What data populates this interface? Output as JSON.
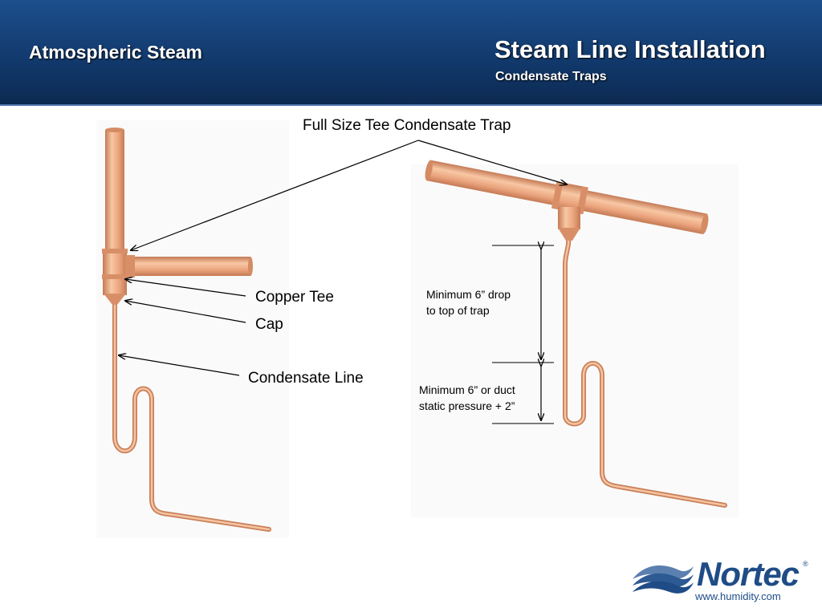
{
  "header": {
    "left_title": "Atmospheric Steam",
    "title": "Steam Line Installation",
    "subtitle": "Condensate Traps"
  },
  "labels": {
    "trap": "Full Size Tee Condensate Trap",
    "copper_tee": "Copper Tee",
    "cap": "Cap",
    "condensate_line": "Condensate Line",
    "drop_line1": "Minimum 6” drop",
    "drop_line2": "to top of trap",
    "static_line1": "Minimum 6” or duct",
    "static_line2": "static pressure + 2”"
  },
  "logo": {
    "name": "Nortec",
    "registered": "®",
    "url": "www.humidity.com"
  },
  "colors": {
    "header_blue": "#123a6e",
    "copper": "#eca77f",
    "copper_dark": "#c47a55",
    "brand": "#1f4c86"
  }
}
